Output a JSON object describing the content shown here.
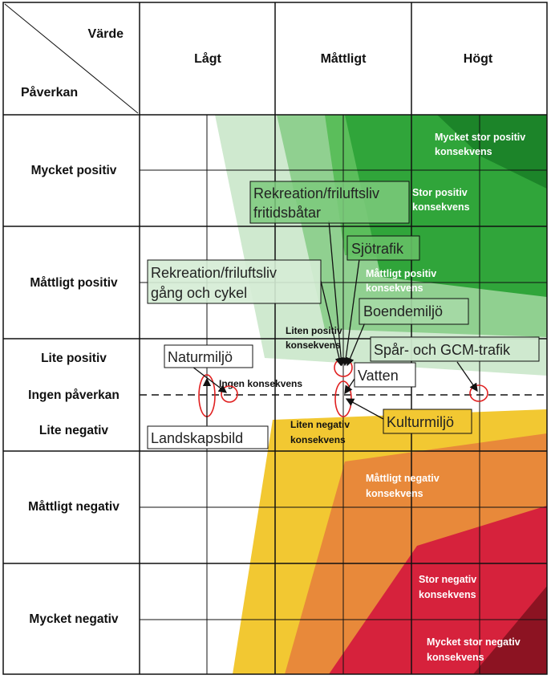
{
  "header": {
    "corner_top": "Värde",
    "corner_bottom": "Påverkan",
    "columns": [
      "Lågt",
      "Måttligt",
      "Högt"
    ]
  },
  "rows": [
    "Mycket positiv",
    "Måttligt positiv",
    "Lite positiv",
    "Ingen påverkan",
    "Lite negativ",
    "Måttligt negativ",
    "Mycket negativ"
  ],
  "zones": {
    "very_large_positive": [
      "Mycket stor positiv",
      "konsekvens"
    ],
    "large_positive": [
      "Stor positiv",
      "konsekvens"
    ],
    "moderate_positive": [
      "Måttligt positiv",
      "konsekvens"
    ],
    "small_positive": [
      "Liten positiv",
      "konsekvens"
    ],
    "none": "Ingen konsekvens",
    "small_negative": [
      "Liten negativ",
      "konsekvens"
    ],
    "moderate_negative": [
      "Måttligt negativ",
      "konsekvens"
    ],
    "large_negative": [
      "Stor negativ",
      "konsekvens"
    ],
    "very_large_negative": [
      "Mycket stor negativ",
      "konsekvens"
    ]
  },
  "annotations": {
    "rekreation_batar": [
      "Rekreation/friluftsliv",
      "fritidsbåtar"
    ],
    "sjotrafik": "Sjötrafik",
    "rekreation_gang": [
      "Rekreation/friluftsliv",
      "gång och cykel"
    ],
    "boendemiljo": "Boendemiljö",
    "naturmiljo": "Naturmiljö",
    "spar_gcm": "Spår- och GCM-trafik",
    "vatten": "Vatten",
    "kulturmiljo": "Kulturmiljö",
    "landskapsbild": "Landskapsbild"
  },
  "colors": {
    "green_1": "#bfe3bf",
    "green_2": "#8fd08f",
    "green_3": "#55b955",
    "green_4": "#2ea338",
    "green_5": "#187a25",
    "yellow": "#f2c832",
    "orange": "#e8893a",
    "red": "#d6223c",
    "dark_red": "#8c1322",
    "marker": "#e02020"
  }
}
